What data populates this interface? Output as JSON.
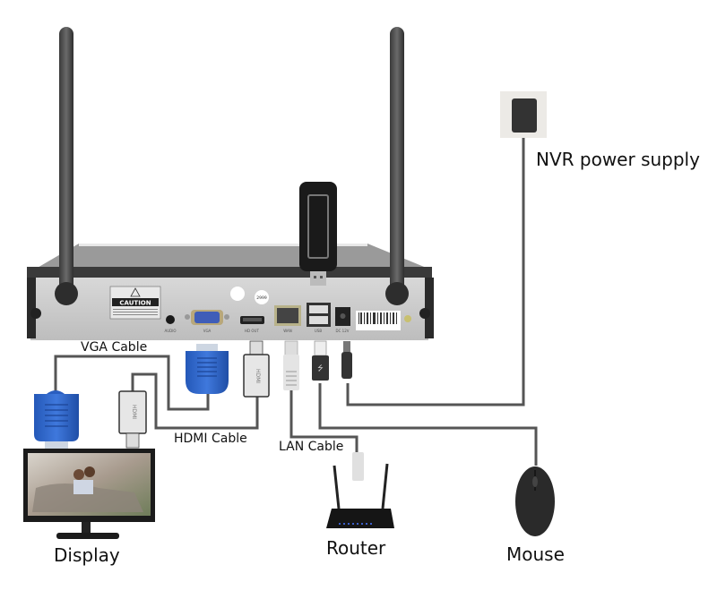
{
  "diagram": {
    "title": "NVR connection diagram",
    "labels": {
      "power": "NVR power supply",
      "vga_cable": "VGA Cable",
      "hdmi_cable": "HDMI Cable",
      "lan_cable": "LAN Cable",
      "display": "Display",
      "router": "Router",
      "mouse": "Mouse"
    },
    "nvr_panel": {
      "caution": "CAUTION",
      "ports": [
        "AUDIO",
        "VGA",
        "HD OUT",
        "WAN",
        "USB",
        "DC 12V"
      ],
      "stickers": [
        "2999"
      ],
      "hdmi_connector_text": "HDMI"
    },
    "colors": {
      "cable": "#555555",
      "vga_blue": "#2f63c4",
      "nvr_body": "#c9c9c9",
      "nvr_dark": "#2b2b2b"
    }
  }
}
